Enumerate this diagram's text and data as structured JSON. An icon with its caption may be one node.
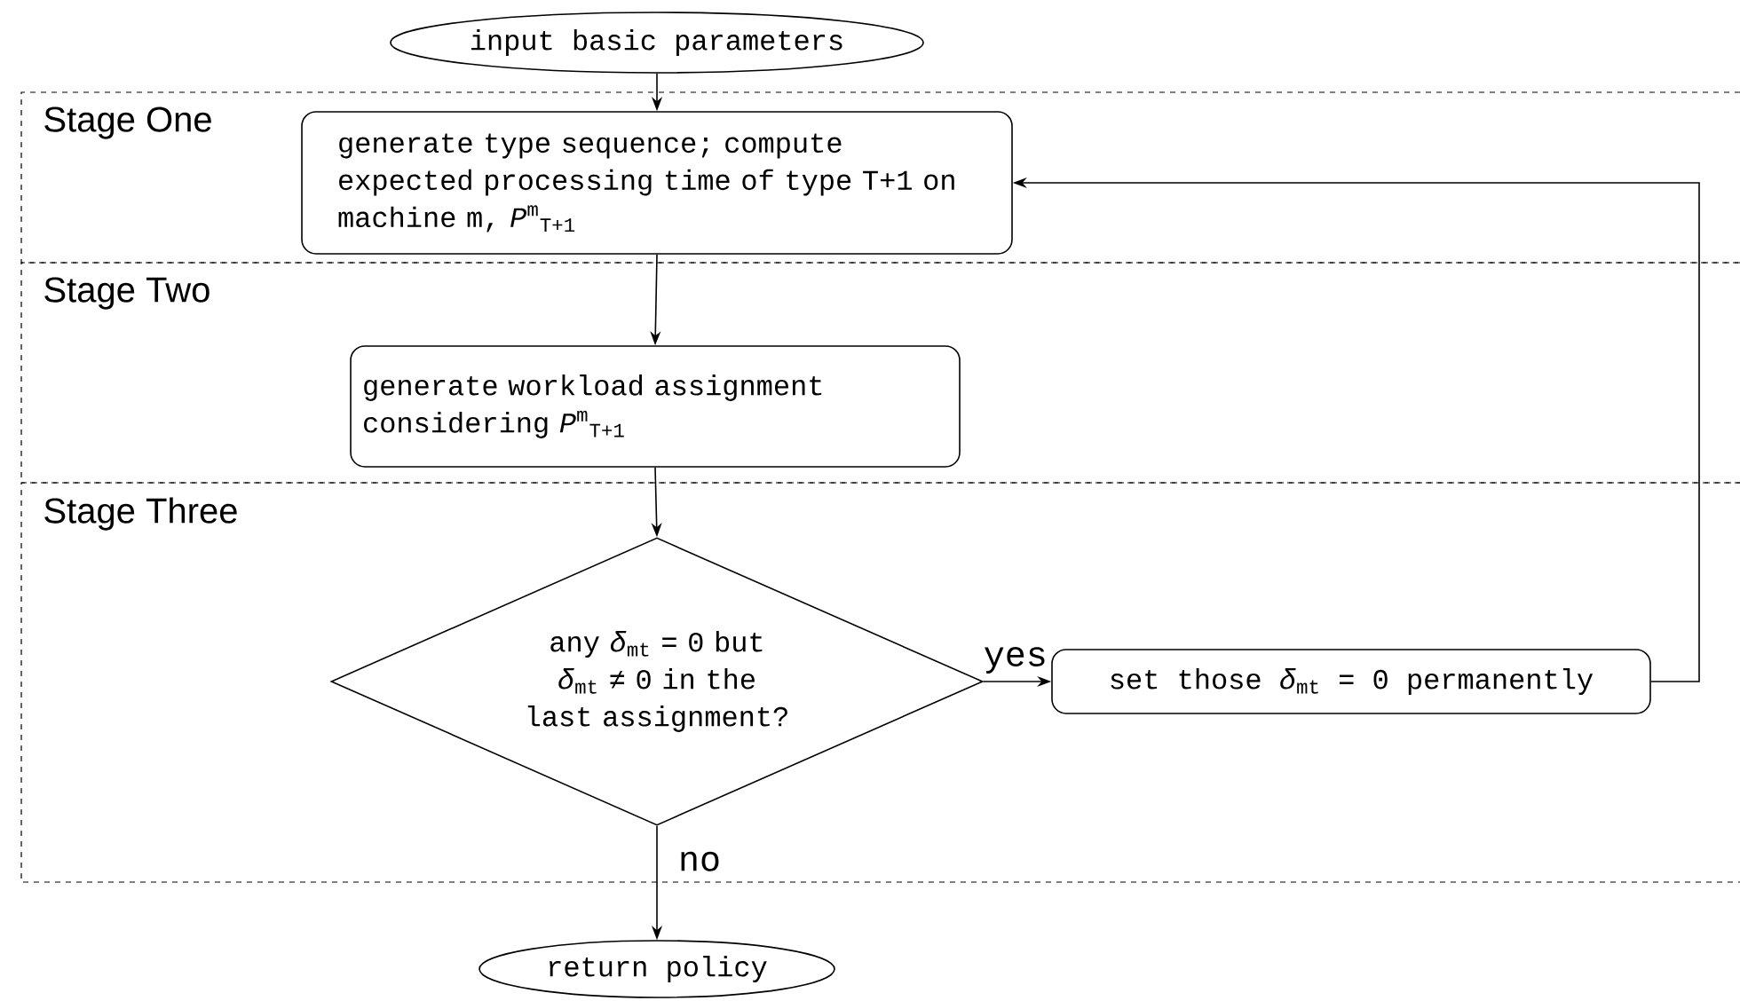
{
  "diagram": {
    "nodes": [
      {
        "text": [
          "input basic parameters"
        ]
      },
      {
        "text": [
          "Stage One"
        ]
      },
      {
        "text": [
          "generate type sequence; compute expected processing time of type T+1 on machine m, *P*$^{m}$$_{T+1}$"
        ],
        "in": 1
      },
      {
        "text": [
          "Stage Two"
        ]
      },
      {
        "text": [
          "generate workload assignment considering *P*$^{m}$$_{T+1}$"
        ],
        "in": 3
      },
      {
        "text": [
          "Stage Three"
        ]
      },
      {
        "text": [
          "any *δ*$_{mt}$ = 0 but *δ*$_{mt}$ ≠ 0 in the last assignment?"
        ],
        "in": 5
      },
      {
        "text": [
          "set those *δ*$_{mt}$ = 0 permanently"
        ],
        "in": 5
      },
      {
        "text": [
          "return policy"
        ]
      }
    ],
    "edges": [
      {
        "from": 0,
        "to": 2,
        "arrow": "to"
      },
      {
        "from": 2,
        "to": 4,
        "arrow": "to"
      },
      {
        "from": 4,
        "to": 6,
        "arrow": "to"
      },
      {
        "from": 6,
        "to": 7,
        "arrow": "to",
        "label": "yes"
      },
      {
        "from": 7,
        "to": 2,
        "arrow": "to"
      },
      {
        "from": 6,
        "to": 8,
        "arrow": "to",
        "label": "no"
      }
    ]
  }
}
